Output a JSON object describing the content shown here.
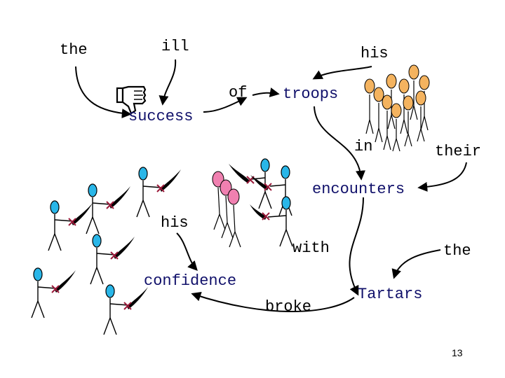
{
  "words": {
    "the_1": "the",
    "ill": "ill",
    "his_1": "his",
    "of": "of",
    "troops": "troops",
    "success": "success",
    "in": "in",
    "their": "their",
    "encounters": "encounters",
    "his_2": "his",
    "with": "with",
    "the_2": "the",
    "confidence": "confidence",
    "broke": "broke",
    "tartars": "Tartars"
  },
  "page_number": "13",
  "colors": {
    "word_black": "#000000",
    "word_navy": "#10106a",
    "warrior_head": "#29b6e8",
    "troop_head": "#f4b35f",
    "tartar_head": "#f080b0",
    "weapon": "#000000",
    "hilt": "#9b1a3a"
  },
  "icons": [
    "thumbs-down-icon",
    "warrior-icon",
    "troop-figure-icon",
    "tartar-head-icon"
  ]
}
